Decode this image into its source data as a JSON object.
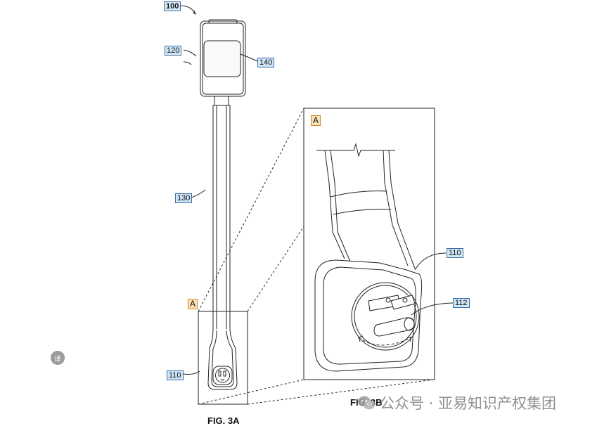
{
  "figure_a": {
    "caption": "FIG. 3A",
    "refs": {
      "assembly": "100",
      "housing": "120",
      "panel": "140",
      "cord": "130",
      "plug_end": "110"
    },
    "detail_flag": "A"
  },
  "figure_b": {
    "caption": "FIG. 3B",
    "detail_flag": "A",
    "refs": {
      "plug_end": "110",
      "prong": "112"
    }
  },
  "overlay": {
    "translate_glyph": "译",
    "watermark_text": "公众号 · 亚易知识产权集团"
  }
}
